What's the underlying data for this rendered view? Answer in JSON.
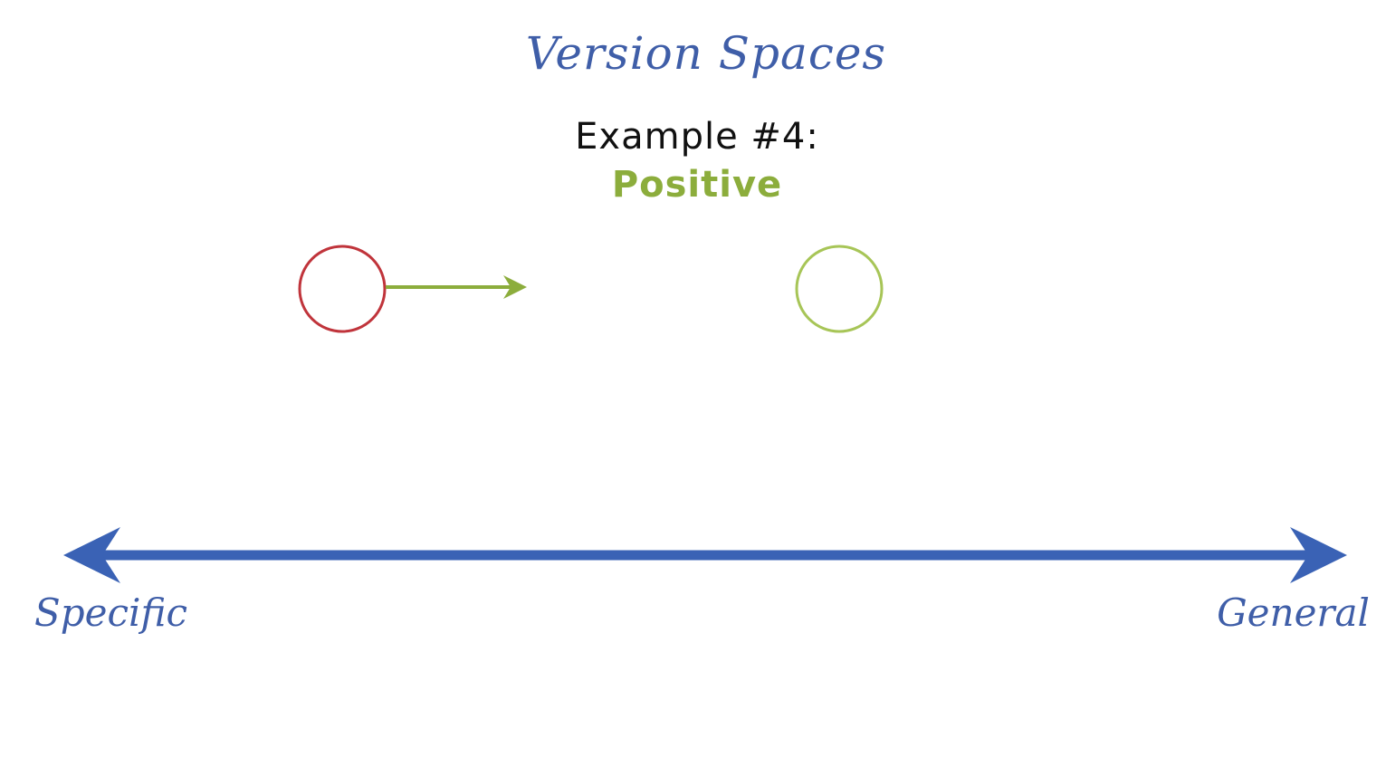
{
  "title": "Version Spaces",
  "example": {
    "label": "Example #4:",
    "result": "Positive"
  },
  "axis": {
    "left_label": "Specific",
    "right_label": "General"
  },
  "colors": {
    "title": "#3f5ea8",
    "axis": "#3a62b5",
    "positive": "#8cad3c",
    "specific_model": "#c0343b",
    "general_model": "#a7c557"
  }
}
